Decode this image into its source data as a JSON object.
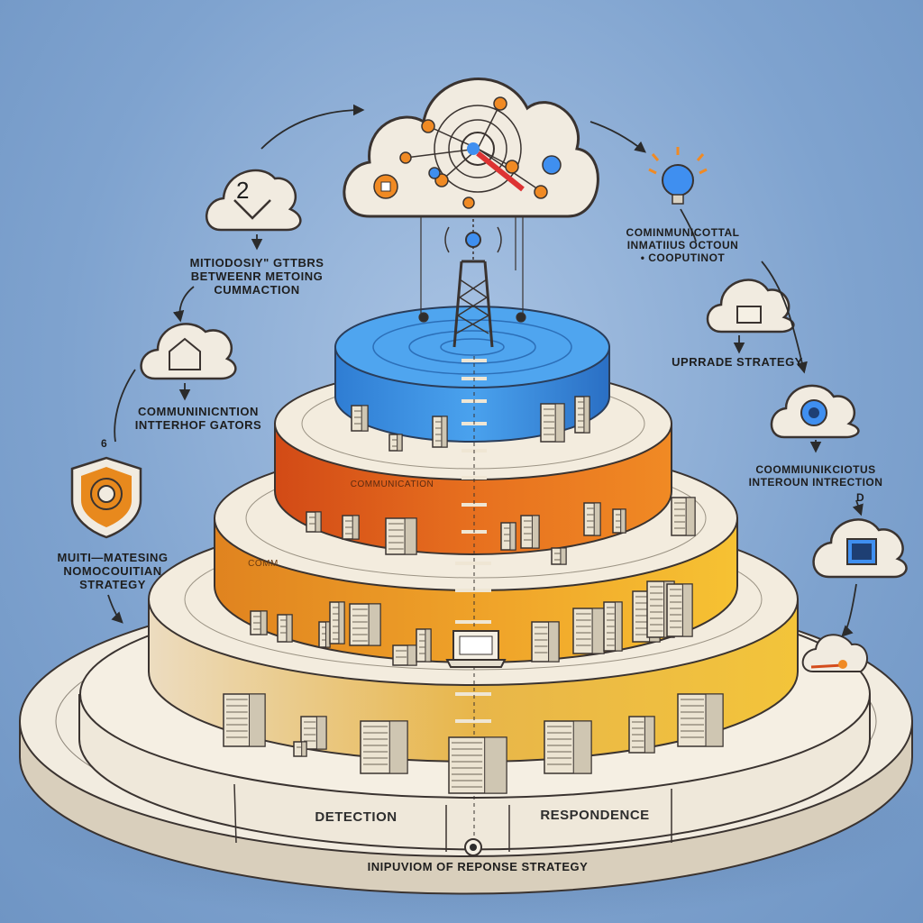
{
  "colors": {
    "background": "#86a8d2",
    "tier_top": "#3c8ee2",
    "tier_2": "#e26a1e",
    "tier_3": "#f0a52a",
    "tier_4": "#f3c23a",
    "base": "#efe7d6",
    "cloud": "#f1ebe0",
    "outline": "#3a3330"
  },
  "labels": {
    "left_cloud_number": "2",
    "left_top_text": "MITIODOSIY\" GTTBRS\nBETWEENR METOING\nCUMMACTION",
    "left_mid_text": "COMMUNINICNTION\nINTTERHOF GATORS",
    "left_shield_marker": "6",
    "left_bottom_text": "MUITI—MATESING\nNOMOCOUITIAN\nSTRATEGY",
    "right_top_text": "COMINMUNICOTTAL\nINMATIIUS OCTOUN\n• COOPUTINOT",
    "right_mid_text": "UPRRADE STRATEGY",
    "right_lower_text": "COOMMIUNIKCIOTUS\nINTEROUN INTRECTION",
    "right_marker": "D",
    "base_left": "DETECTION",
    "base_right": "RESPONDENCE",
    "base_bottom": "INIPUVIOM OF REPONSE STRATEGY",
    "tier_text_orange": "COMMUNICATION",
    "tier_text_yellow": "COMM"
  },
  "icons": [
    "cloud-network-icon",
    "radio-tower-icon",
    "lightbulb-icon",
    "shield-target-icon",
    "house-icon",
    "monitor-icon",
    "server-icon",
    "laptop-icon"
  ]
}
